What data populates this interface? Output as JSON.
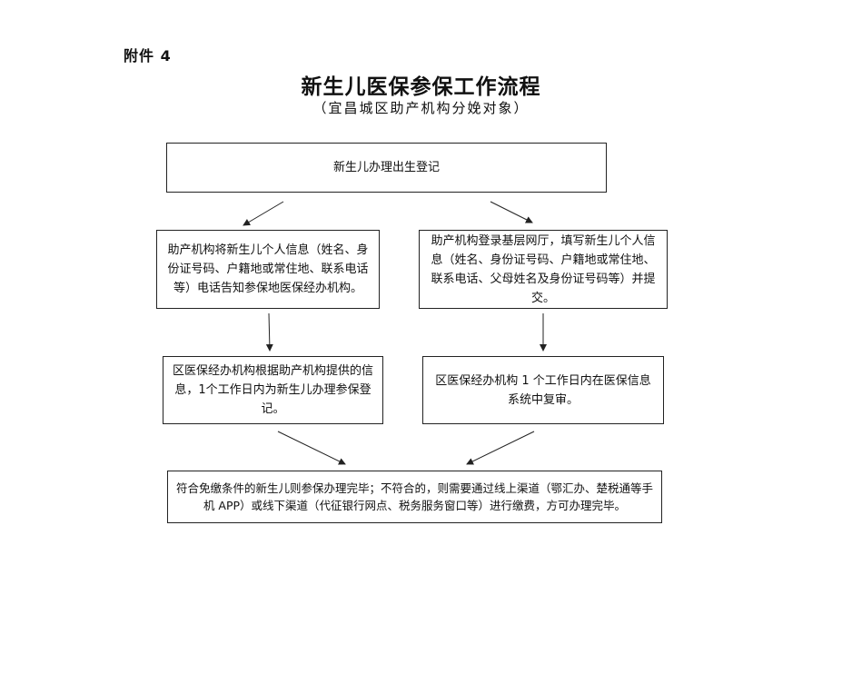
{
  "attachment_label": "附件 4",
  "title": "新生儿医保参保工作流程",
  "subtitle": "（宜昌城区助产机构分娩对象）",
  "nodes": {
    "registration": "新生儿办理出生登记",
    "phone_notify": "助产机构将新生儿个人信息（姓名、身份证号码、户籍地或常住地、联系电话等）电话告知参保地医保经办机构。",
    "online_fill": "助产机构登录基层网厅，填写新生儿个人信息（姓名、身份证号码、户籍地或常住地、联系电话、父母姓名及身份证号码等）并提交。",
    "hospital_enroll": "区医保经办机构根据助产机构提供的信息，1个工作日内为新生儿办理参保登记。",
    "system_review": "区医保经办机构 1 个工作日内在医保信息系统中复审。",
    "final": "符合免缴条件的新生儿则参保办理完毕；不符合的，则需要通过线上渠道（鄂汇办、楚税通等手机 APP）或线下渠道（代征银行网点、税务服务窗口等）进行缴费，方可办理完毕。"
  }
}
